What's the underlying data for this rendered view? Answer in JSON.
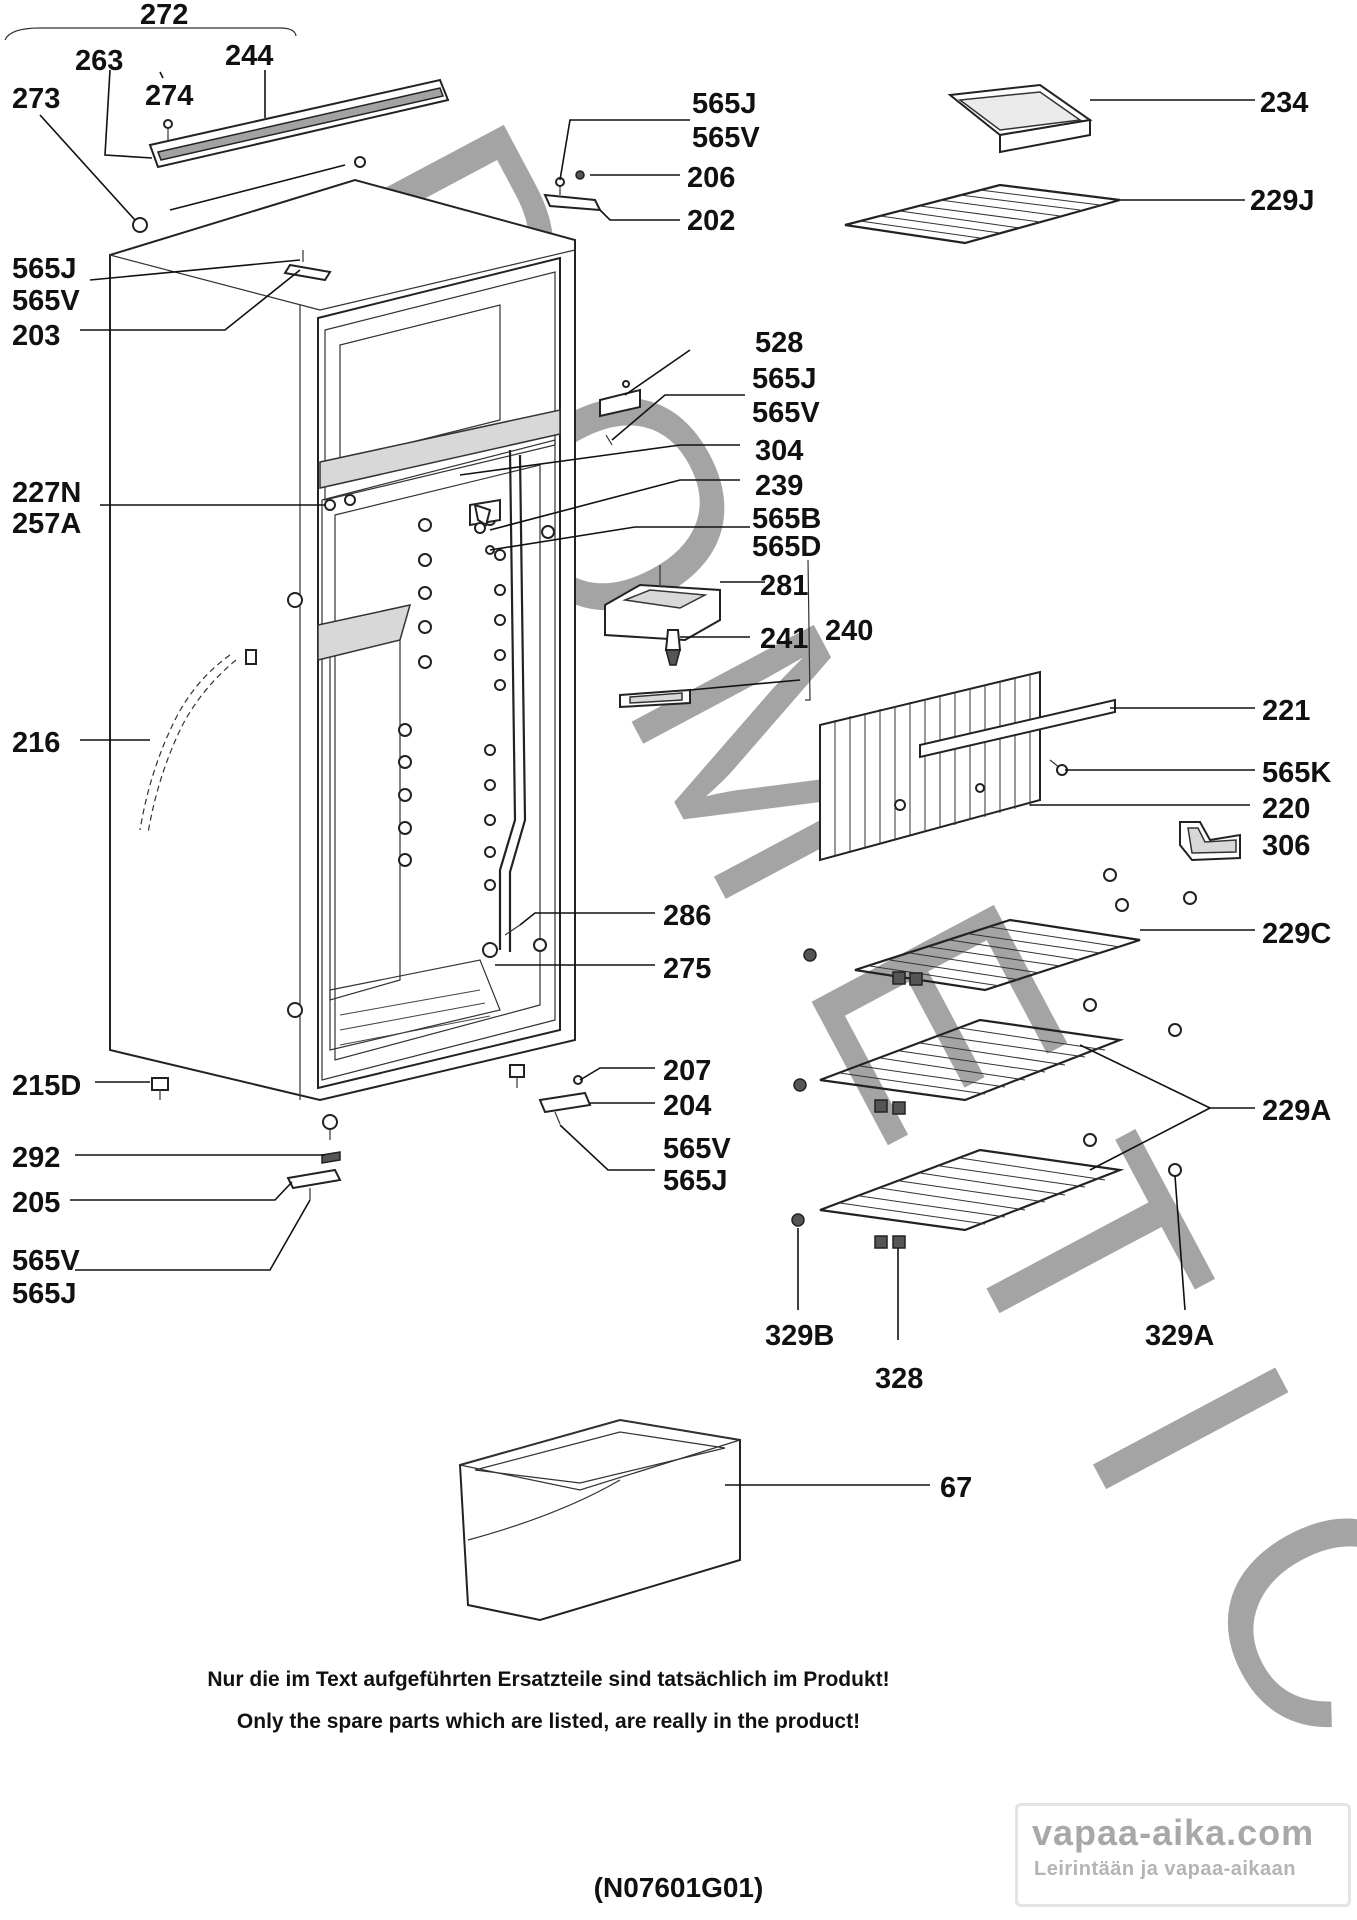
{
  "watermark": {
    "text": "DOMETIC",
    "letters": [
      "D",
      "O",
      "M",
      "E",
      "T",
      "I",
      "C"
    ],
    "color": "#999999"
  },
  "labels": {
    "p272": "272",
    "p263": "263",
    "p244": "244",
    "p273": "273",
    "p274": "274",
    "p565j_top": "565J",
    "p565v_top": "565V",
    "p206": "206",
    "p202": "202",
    "p565j_left": "565J",
    "p565v_left": "565V",
    "p203": "203",
    "p234": "234",
    "p229j": "229J",
    "p528": "528",
    "p565j_mid": "565J",
    "p565v_mid": "565V",
    "p304": "304",
    "p239": "239",
    "p565b": "565B",
    "p565d": "565D",
    "p227n": "227N",
    "p257a": "257A",
    "p281": "281",
    "p241": "241",
    "p240": "240",
    "p216": "216",
    "p221": "221",
    "p565k": "565K",
    "p220": "220",
    "p306": "306",
    "p229c": "229C",
    "p286": "286",
    "p275": "275",
    "p215d": "215D",
    "p207": "207",
    "p204": "204",
    "p565v_br": "565V",
    "p565j_br": "565J",
    "p229a": "229A",
    "p292": "292",
    "p205": "205",
    "p565v_bl": "565V",
    "p565j_bl": "565J",
    "p329b": "329B",
    "p328": "328",
    "p329a": "329A",
    "p67": "67"
  },
  "notes": {
    "de": "Nur die im Text aufgeführten Ersatzteile sind tatsächlich im Produkt!",
    "en": "Only the spare parts which are listed, are really in the product!"
  },
  "drawing_code": "(N07601G01)",
  "logo": {
    "main": "vapaa-aika.com",
    "sub": "Leirintään ja vapaa-aikaan"
  }
}
